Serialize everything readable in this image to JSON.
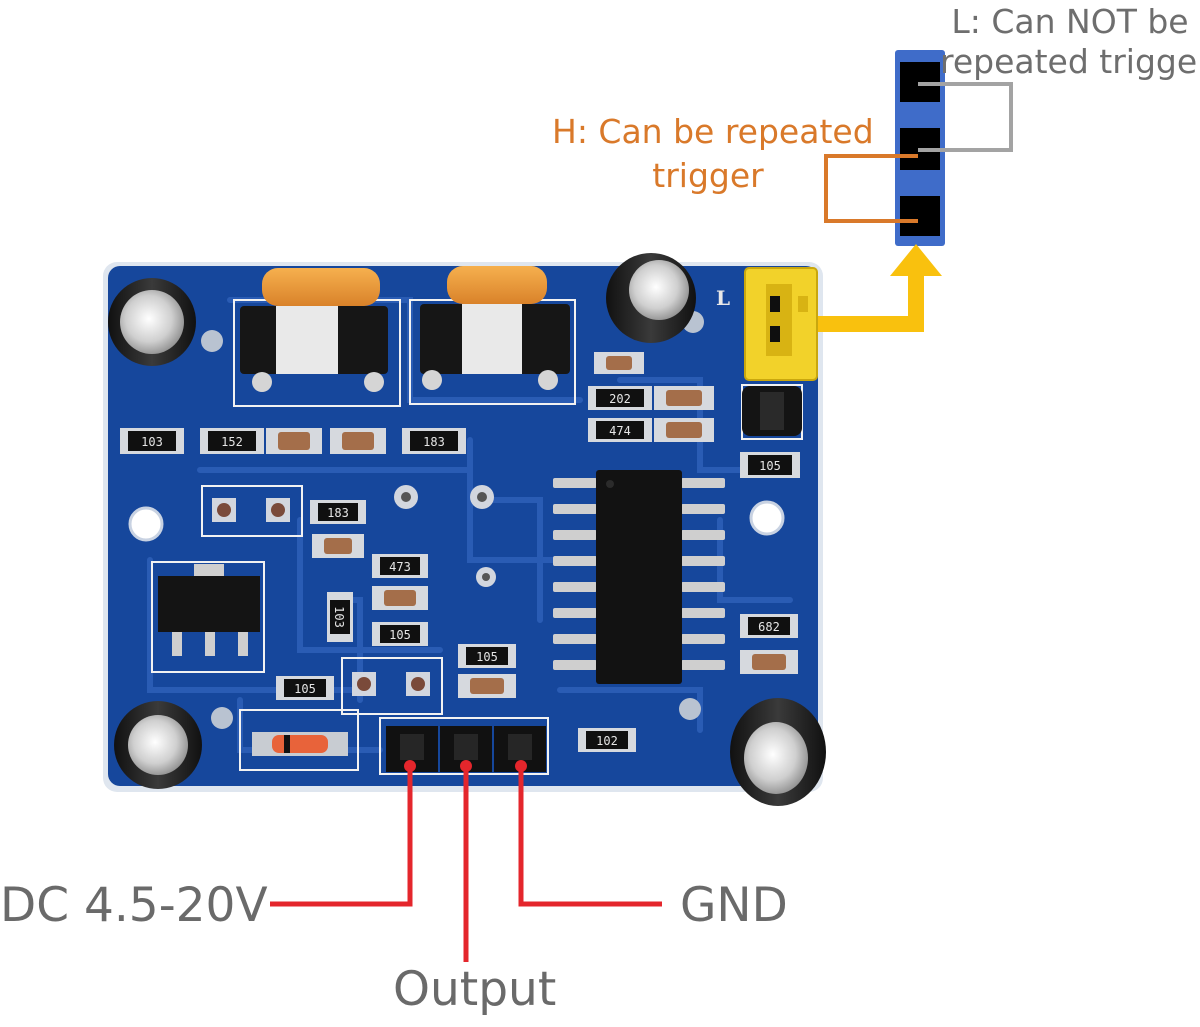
{
  "labels": {
    "trigger_low": "L: Can NOT be repeated trigger",
    "trigger_low_line1": "L: Can NOT be",
    "trigger_low_line2": "repeated trigger",
    "trigger_high": "H: Can be repeated trigger",
    "trigger_high_line1": "H: Can be repeated",
    "trigger_high_line2": "trigger",
    "power_pin": "DC 4.5-20V",
    "output_pin": "Output",
    "ground_pin": "GND"
  },
  "board_markings": {
    "jumper_silkscreen": "L",
    "resistors": [
      "103",
      "152",
      "183",
      "202",
      "474",
      "105",
      "183",
      "473",
      "103",
      "105",
      "105",
      "105",
      "682",
      "102"
    ]
  },
  "colors": {
    "board": "#16479c",
    "trace": "#2a5cb4",
    "leader_red": "#e4262c",
    "leader_gray": "#a3a3a3",
    "leader_orange": "#d9792a",
    "arrow_yellow": "#f9c10e",
    "jumper_yellow": "#f2d22a",
    "selector_blue": "#3f6cc9",
    "label_gray": "#6a6a6a"
  }
}
